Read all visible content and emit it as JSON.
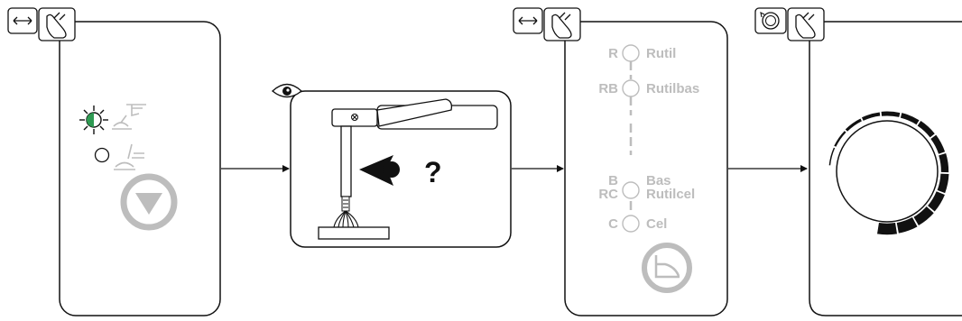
{
  "panel1": {
    "icons": [
      "resize-hand-icon"
    ],
    "indicators": [
      {
        "name": "tig-torch-indicator",
        "state": "on",
        "color": "#2e9a52"
      },
      {
        "name": "electrode-holder-indicator",
        "state": "off"
      }
    ],
    "button_icon": "down-triangle-button"
  },
  "panel2": {
    "icons": [
      "eye-icon"
    ],
    "question": "?"
  },
  "panel3": {
    "icons": [
      "resize-hand-icon"
    ],
    "rows": [
      {
        "code": "R",
        "name": "Rutil"
      },
      {
        "code": "RB",
        "name": "Rutilbas"
      },
      {
        "code": "B",
        "name": "Bas"
      },
      {
        "code": "RC",
        "name": "Rutilcel"
      },
      {
        "code": "C",
        "name": "Cel"
      }
    ],
    "button_icon": "curve-graph-button"
  },
  "panel4": {
    "icons": [
      "rotary-hand-icon"
    ],
    "knob_icon": "rotary-knob-gauge"
  },
  "colors": {
    "line": "#111111",
    "gray": "#bdbdbd",
    "green": "#2e9a52"
  }
}
